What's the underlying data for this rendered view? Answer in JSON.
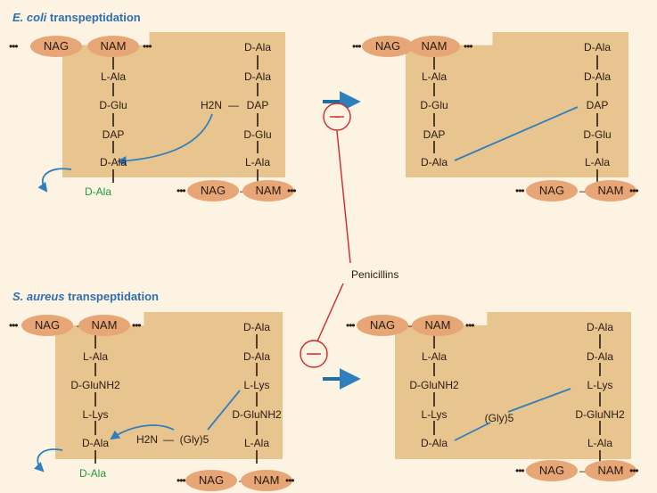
{
  "headers": {
    "ecoli_italic": "E. coli",
    "ecoli_rest": " transpeptidation",
    "saureus_italic": "S. aureus",
    "saureus_rest": " transpeptidation"
  },
  "penicillins": "Penicillins",
  "inhibit_symbol": "−",
  "dots": "•••",
  "sugars": {
    "nag": "NAG",
    "nam": "NAM"
  },
  "bond_dash": "—",
  "ecoli_left_chain": [
    "L-Ala",
    "D-Glu",
    "DAP",
    "D-Ala"
  ],
  "ecoli_right_chain": [
    "D-Ala",
    "D-Ala",
    "DAP",
    "D-Glu",
    "L-Ala"
  ],
  "ecoli_released": "D-Ala",
  "ecoli_amine": "H2N",
  "saureus_left_chain": [
    "L-Ala",
    "D-GluNH2",
    "L-Lys",
    "D-Ala"
  ],
  "saureus_right_chain": [
    "D-Ala",
    "D-Ala",
    "L-Lys",
    "D-GluNH2",
    "L-Ala"
  ],
  "saureus_released": "D-Ala",
  "saureus_amine": "H2N",
  "saureus_glycine": "(Gly)5",
  "colors": {
    "panel": "#e8c48f",
    "sugar": "#e7a676",
    "arrow_blue": "#2f7fbf",
    "inhibitor_red": "#cc2a2a",
    "released_green": "#1e9a3a",
    "header_blue": "#2f6fb0"
  }
}
